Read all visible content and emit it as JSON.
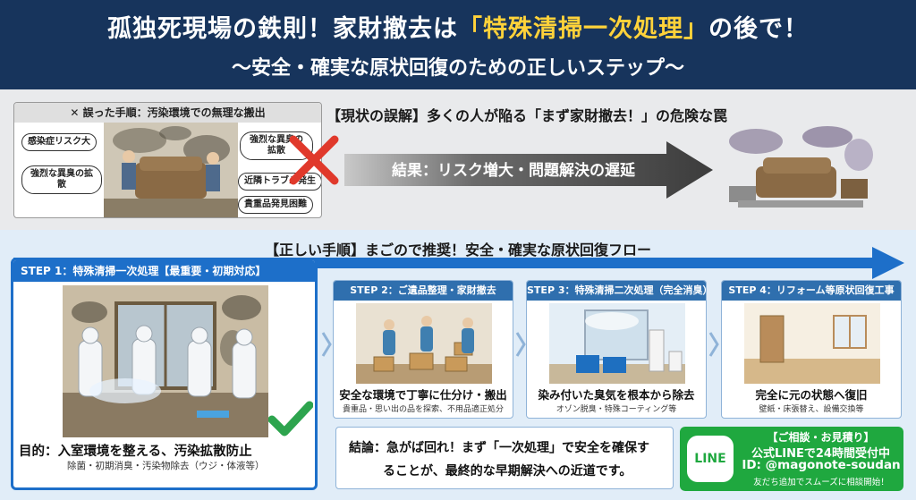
{
  "header": {
    "title_pre": "孤独死現場の鉄則！家財撤去は",
    "title_highlight": "「特殊清掃一次処理」",
    "title_post": "の後で！",
    "subtitle": "〜安全・確実な原状回復のための正しいステップ〜"
  },
  "wrong": {
    "box_title": "✕ 誤った手順：汚染環境での無理な搬出",
    "bubbles": [
      "感染症リスク大",
      "強烈な異臭の拡散",
      "強烈な異臭の拡散",
      "近隣トラブル発生",
      "貴重品発見困難"
    ],
    "current_error": "【現状の誤解】多くの人が陥る「まず家財撤去！」の危険な罠",
    "result": "結果：リスク増大・問題解決の遅延"
  },
  "correct": {
    "title": "【正しい手順】まごので推奨！安全・確実な原状回復フロー",
    "step1": {
      "head": "STEP 1：特殊清掃一次処理【最重要・初期対応】",
      "purpose": "目的：入室環境を整える、汚染拡散防止",
      "detail": "除菌・初期消臭・汚染物除去（ウジ・体液等）"
    },
    "steps": [
      {
        "head": "STEP 2：ご遺品整理・家財撤去",
        "main": "安全な環境で丁寧に仕分け・搬出",
        "sub": "貴重品・思い出の品を探索、不用品適正処分"
      },
      {
        "head": "STEP 3：特殊清掃二次処理（完全消臭）",
        "main": "染み付いた臭気を根本から除去",
        "sub": "オゾン脱臭・特殊コーティング等"
      },
      {
        "head": "STEP 4：リフォーム等原状回復工事",
        "main": "完全に元の状態へ復旧",
        "sub": "壁紙・床張替え、設備交換等"
      }
    ],
    "conclusion_l1": "結論：急がば回れ！まず「一次処理」で安全を確保す",
    "conclusion_l2": "ることが、最終的な早期解決への近道です。"
  },
  "line": {
    "logo": "LINE",
    "l1": "【ご相談・お見積り】",
    "l2": "公式LINEで24時間受付中",
    "l3": "ID: @magonote-soudan",
    "l4": "友だち追加でスムーズに相談開始！"
  },
  "colors": {
    "navy": "#17345c",
    "highlight": "#ffd23a",
    "blue": "#1d6fc9",
    "line_green": "#1fa83f",
    "red_x": "#e0392b"
  }
}
